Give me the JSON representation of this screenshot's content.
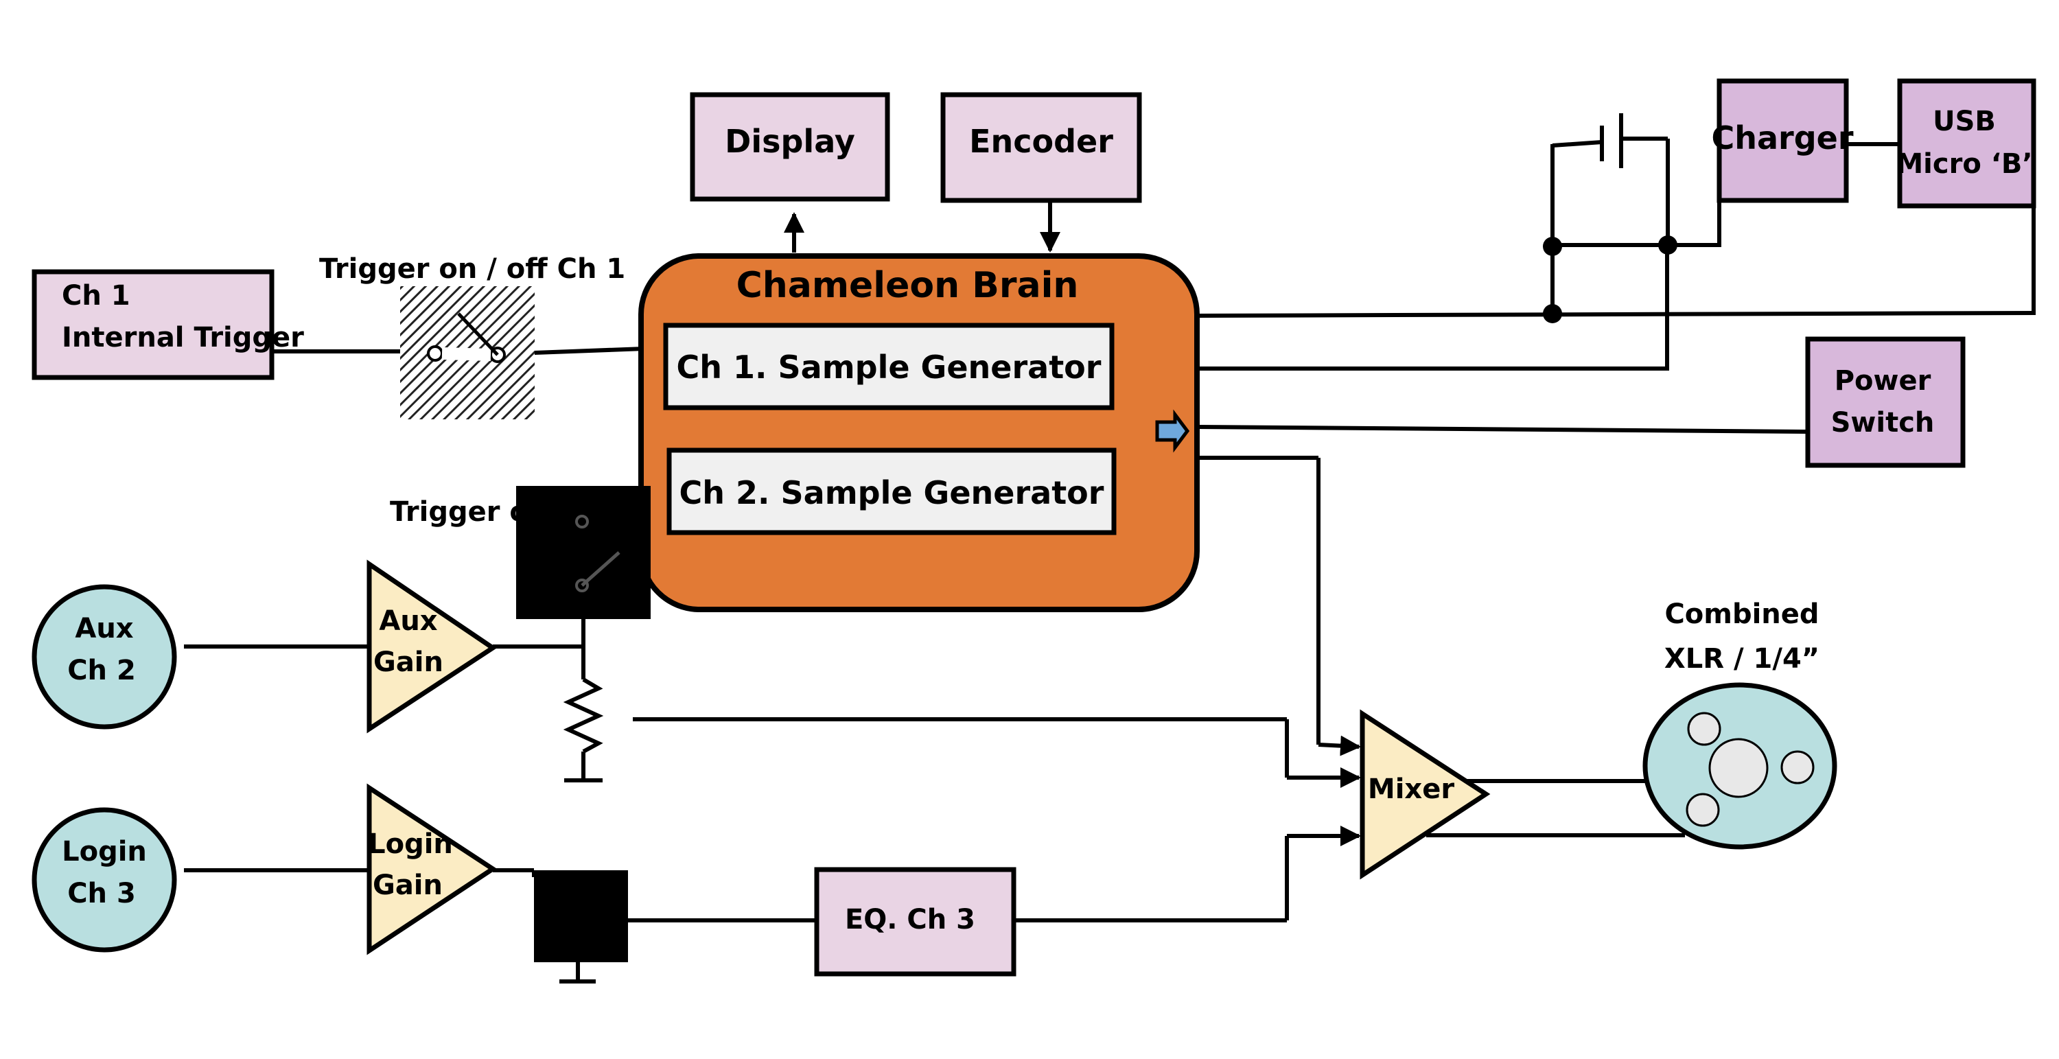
{
  "diagram": {
    "colors": {
      "module_fill": "#e9d4e4",
      "io_fill": "#d8b8db",
      "brain_fill": "#e27a35",
      "generator_fill": "#f0f0f0",
      "amp_fill": "#fbecc4",
      "jack_fill": "#b9dfe0",
      "line": "#000000"
    },
    "display": "Display",
    "encoder": "Encoder",
    "brain": {
      "title": "Chameleon Brain",
      "ch1_generator": "Ch 1. Sample Generator",
      "ch2_generator": "Ch 2. Sample Generator"
    },
    "ch1_trigger": {
      "line1": "Ch 1",
      "line2": "Internal Trigger"
    },
    "switch_ch1_label": "Trigger on / off  Ch 1",
    "switch_ch2_label": "Trigger on / off",
    "charger": "Charger",
    "usb": {
      "line1": "USB",
      "line2": "Micro ‘B’"
    },
    "power_switch": {
      "line1": "Power",
      "line2": "Switch"
    },
    "aux_in": {
      "line1": "Aux",
      "line2": "Ch 2"
    },
    "aux_gain": {
      "line1": "Aux",
      "line2": "Gain"
    },
    "login_in": {
      "line1": "Login",
      "line2": "Ch 3"
    },
    "login_gain": {
      "line1": "Login",
      "line2": "Gain"
    },
    "eq": "EQ. Ch 3",
    "mixer": "Mixer",
    "output": {
      "line1": "Combined",
      "line2": "XLR / 1/4”"
    }
  }
}
